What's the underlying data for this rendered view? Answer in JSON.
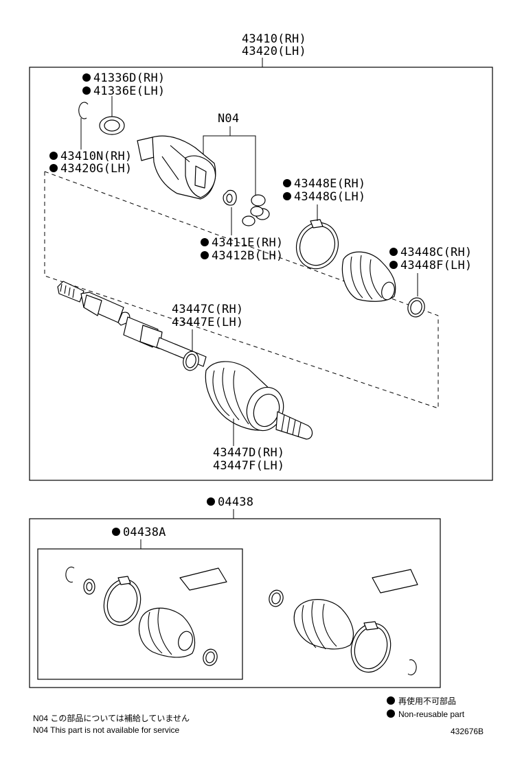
{
  "assembly": {
    "lines": [
      "43410(RH)",
      "43420(LH)"
    ]
  },
  "callouts": {
    "oil_seal": [
      "41336D(RH)",
      "41336E(LH)"
    ],
    "inboard_joint": [
      "43410N(RH)",
      "43420G(LH)"
    ],
    "n04": "N04",
    "snap_ring": [
      "43411E(RH)",
      "43412B(LH)"
    ],
    "inboard_boot_clamp_large": [
      "43448E(RH)",
      "43448G(LH)"
    ],
    "inboard_boot_clamp_small": [
      "43448C(RH)",
      "43448F(LH)"
    ],
    "outboard_boot_clamp_small": [
      "43447C(RH)",
      "43447E(LH)"
    ],
    "outboard_joint": [
      "43447D(RH)",
      "43447F(LH)"
    ],
    "boot_kit": "04438",
    "boot_kit_sub": "04438A"
  },
  "notes": {
    "n04_jp": "N04  この部品については補給していません",
    "n04_en": "N04  This part is not available for service"
  },
  "legend": {
    "jp": "再使用不可部品",
    "en": "Non-reusable part"
  },
  "diagram_code": "432676B",
  "colors": {
    "ink": "#000000",
    "paper": "#ffffff"
  }
}
